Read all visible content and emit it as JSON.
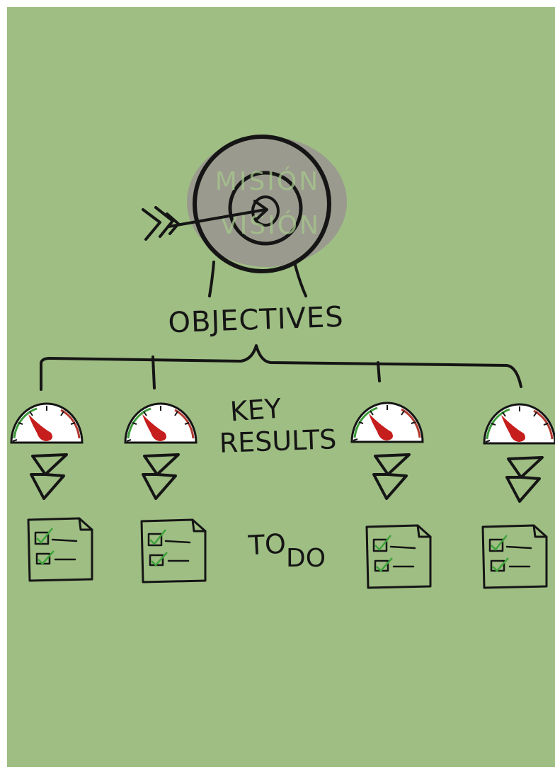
{
  "diagram": {
    "target": {
      "inner_text_line1": "MISIÓN",
      "inner_text_line2": "VISIÓN"
    },
    "objectives_label": "OBJECTIVES",
    "key_results_line1": "KEY",
    "key_results_line2": "RESULTS",
    "todo_line1": "TO",
    "todo_line2": "DO",
    "colors": {
      "background": "#9fbe83",
      "ink": "#151515",
      "target_gray": "#9a9a8e",
      "needle_red": "#c61d1d",
      "gauge_green": "#3d9b3a",
      "check_green": "#3fa33c"
    },
    "key_result_count": 4,
    "todo_count": 4
  }
}
